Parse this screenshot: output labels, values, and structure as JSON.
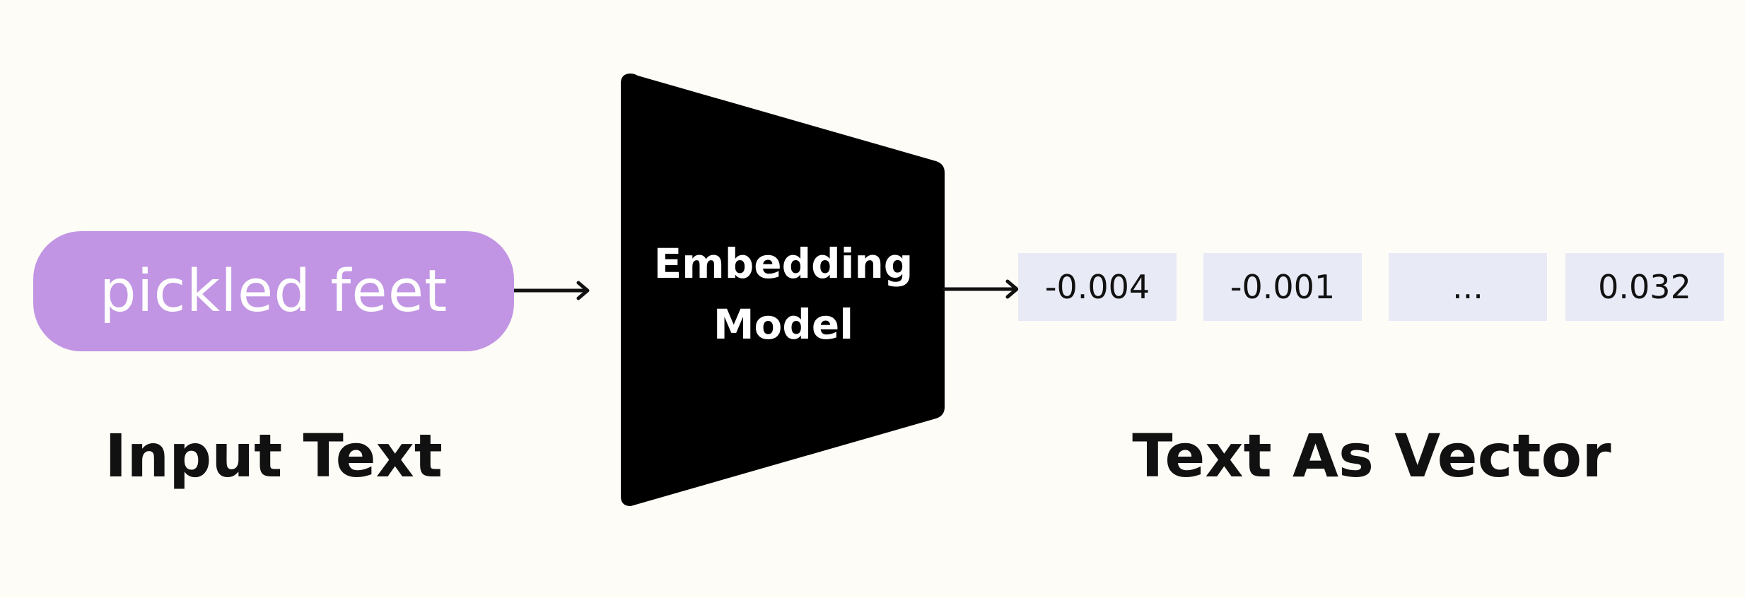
{
  "colors": {
    "background": "#fdfcf7",
    "input_fill": "#c195e3",
    "model_fill": "#000000",
    "vector_cell_fill": "#e8eaf6",
    "arrow": "#111111"
  },
  "input": {
    "text": "pickled feet",
    "caption": "Input Text"
  },
  "model": {
    "label_line1": "Embedding",
    "label_line2": "Model"
  },
  "output": {
    "values": [
      "-0.004",
      "-0.001",
      "...",
      "0.032"
    ],
    "caption": "Text As Vector"
  },
  "icons": {
    "arrow_in": "arrow-right-icon",
    "arrow_out": "arrow-right-icon"
  }
}
